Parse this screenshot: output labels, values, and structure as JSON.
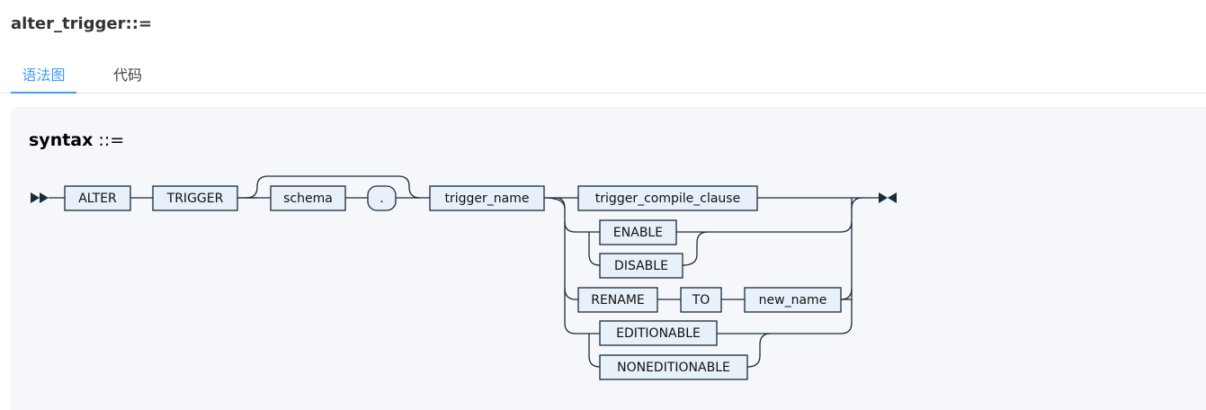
{
  "header": {
    "title": "alter_trigger::="
  },
  "tabs": [
    {
      "label": "语法图",
      "active": true
    },
    {
      "label": "代码",
      "active": false
    }
  ],
  "diagram": {
    "heading_bold": "syntax",
    "heading_rest": " ::=",
    "nodes": {
      "alter": "ALTER",
      "trigger": "TRIGGER",
      "schema": "schema",
      "dot": ".",
      "trigger_name": "trigger_name",
      "trigger_compile_clause": "trigger_compile_clause",
      "enable": "ENABLE",
      "disable": "DISABLE",
      "rename": "RENAME",
      "to": "TO",
      "new_name": "new_name",
      "editionable": "EDITIONABLE",
      "noneditionable": "NONEDITIONABLE"
    }
  },
  "colors": {
    "accent": "#409eff",
    "panel_bg": "#f5f7fa",
    "box_fill": "#e8f0fa",
    "line": "#1b2b3c"
  }
}
